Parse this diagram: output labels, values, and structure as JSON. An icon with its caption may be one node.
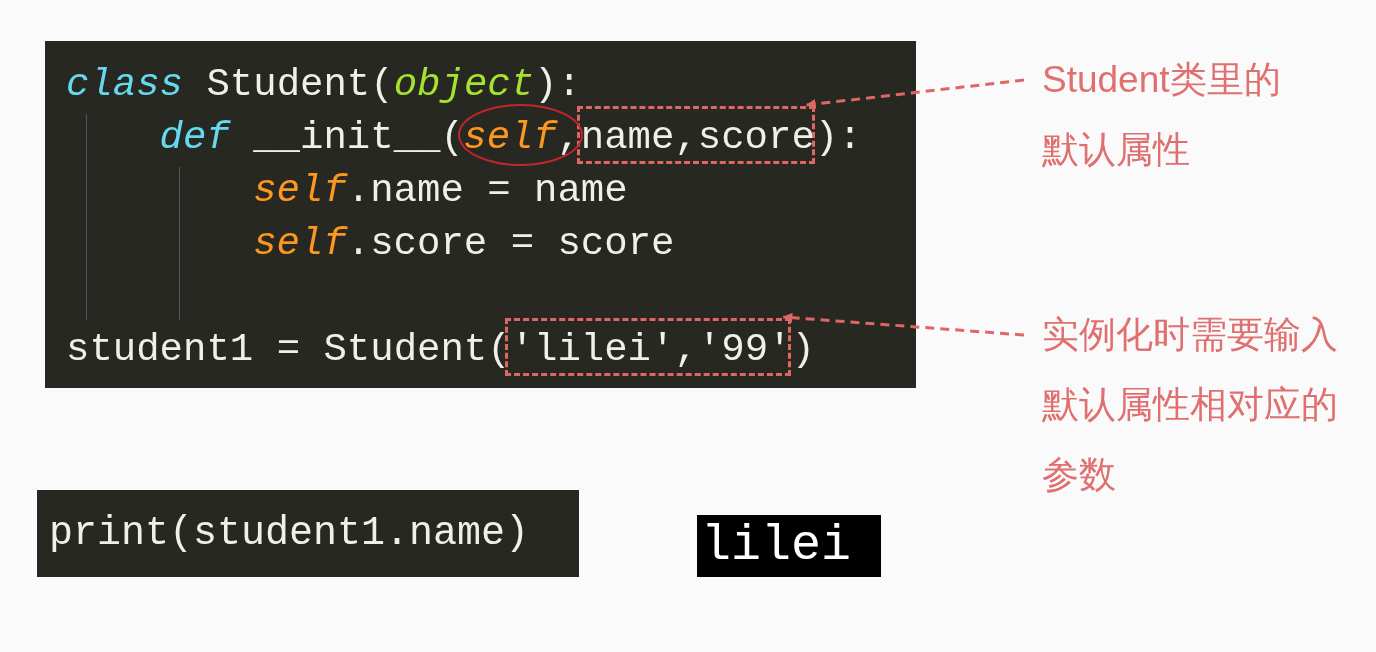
{
  "diagram": {
    "nodes": [
      {
        "text": [
          "*class* Student(*object*):",
          "*def* __init__(",
          "):",
          "*self*.name = name",
          "*self*.score = score",
          "student1 = Student(",
          ")"
        ]
      },
      {
        "text": [
          "name,score"
        ],
        "in": 0
      },
      {
        "text": [
          "*self*,"
        ],
        "in": 0
      },
      {
        "text": [
          "'lilei','99'"
        ],
        "in": 0
      },
      {
        "text": [
          "Student类里的默认属性"
        ]
      },
      {
        "text": [
          "实例化时需要输入默认属性相对应的参数"
        ]
      },
      {
        "text": [
          "print(student1.name)"
        ]
      },
      {
        "text": [
          "lilei"
        ]
      }
    ],
    "edges": [
      {
        "from": 4,
        "to": 1,
        "arrow": "to",
        "style": "dashed"
      },
      {
        "from": 5,
        "to": 3,
        "arrow": "to",
        "style": "dashed"
      }
    ]
  }
}
